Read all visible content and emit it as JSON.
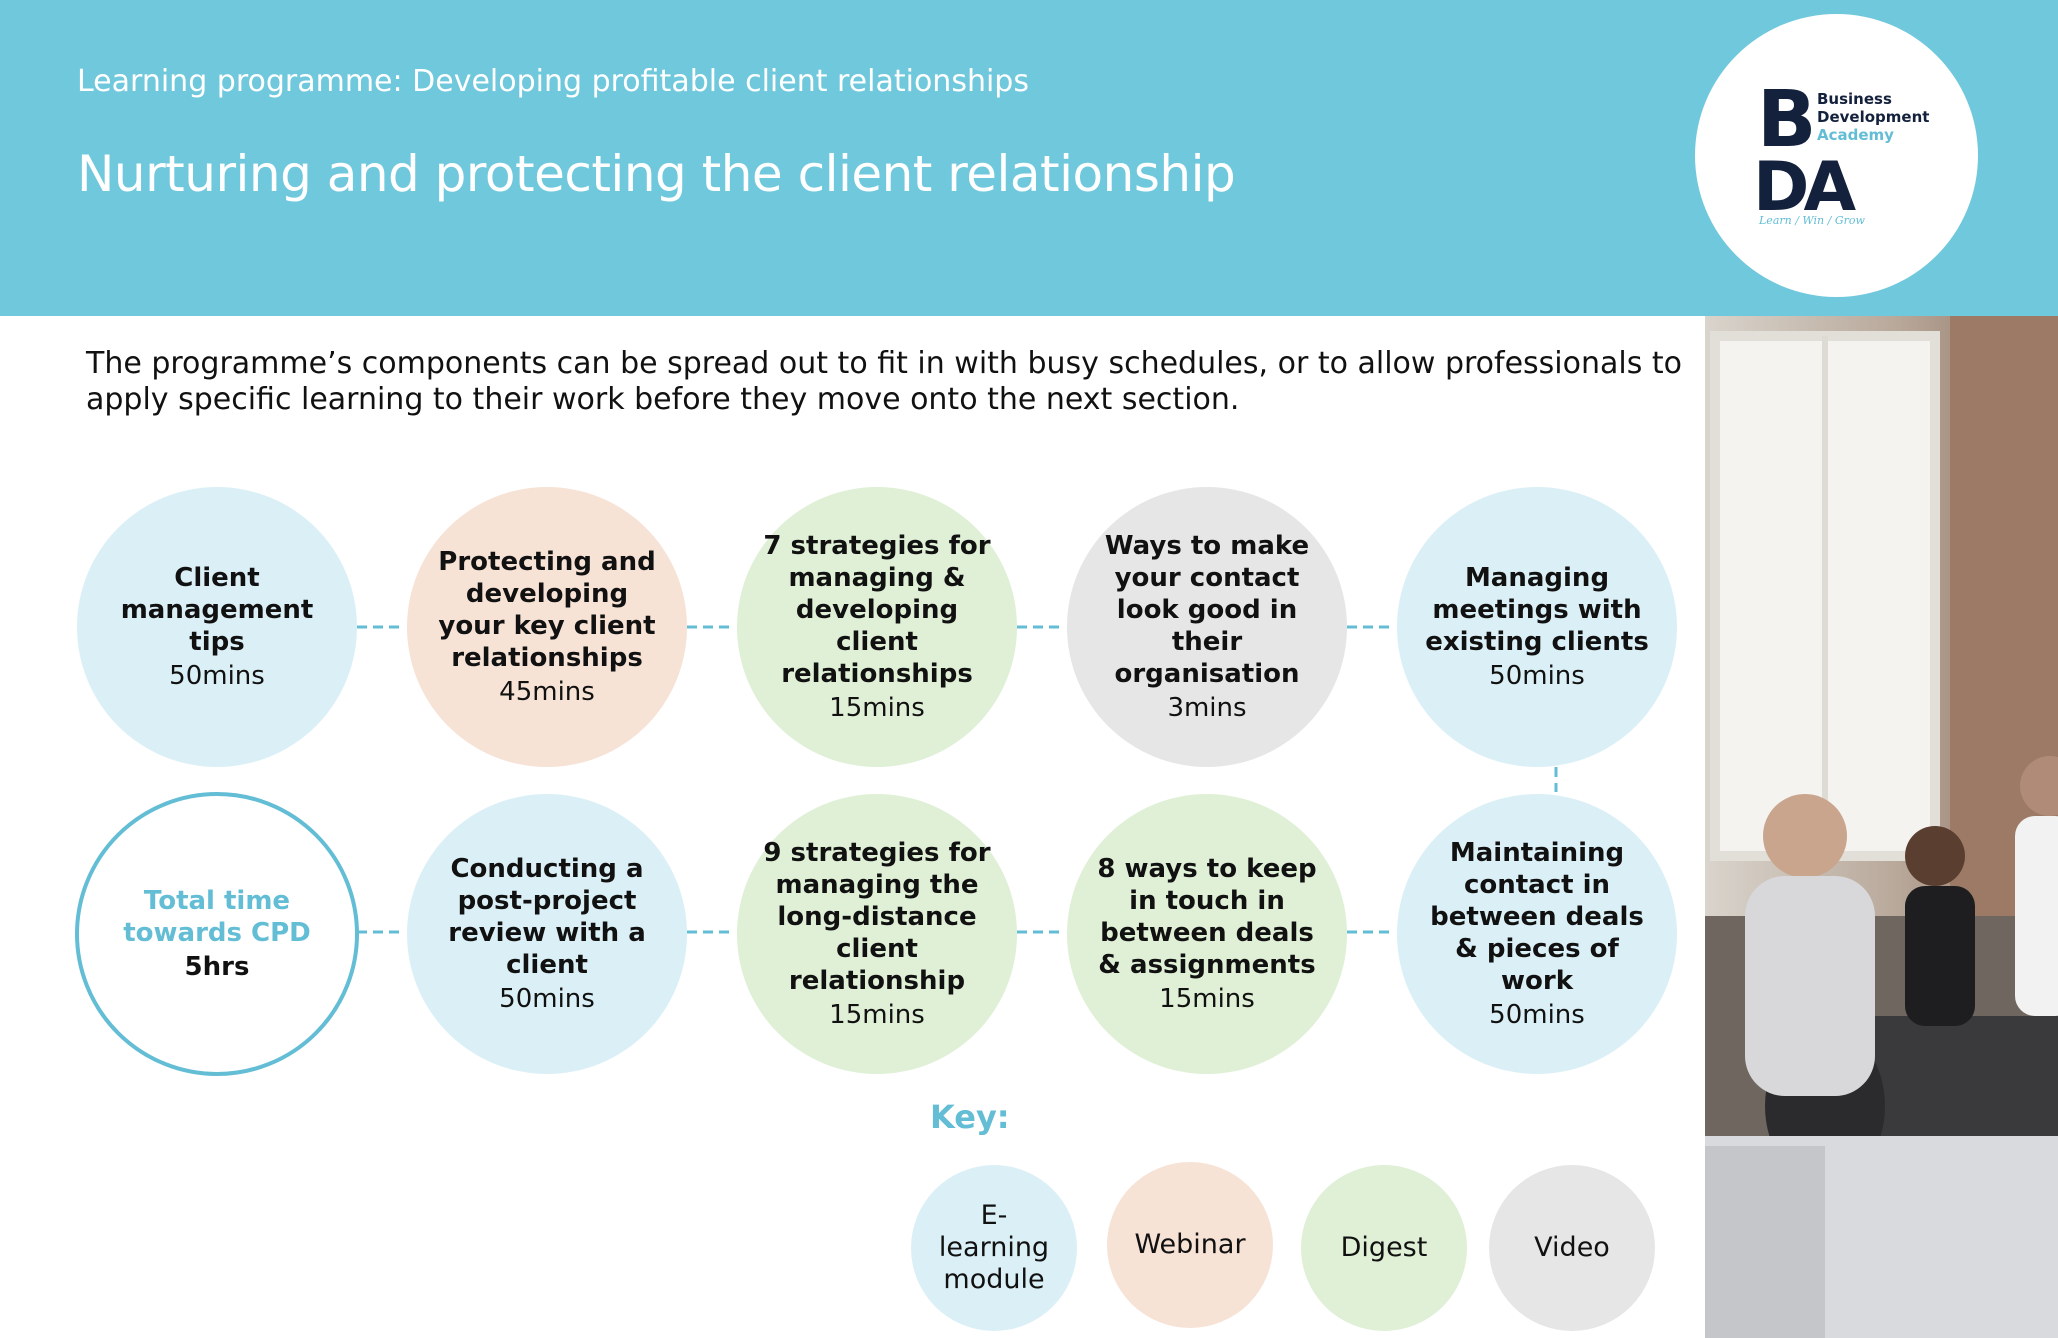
{
  "header": {
    "subtitle": "Learning programme: Developing profitable client relationships",
    "title": "Nurturing and protecting the client relationship"
  },
  "logo": {
    "line1": "Business",
    "line2": "Development",
    "line3": "Academy",
    "tagline": "Learn / Win / Grow",
    "letters_top": "B",
    "letters_bottom": "DA"
  },
  "intro": "The programme’s components can be spread out to fit in with busy schedules, or to allow professionals to apply specific learning to their work before they move onto the next section.",
  "row1": [
    {
      "title": "Client management tips",
      "time": "50mins",
      "type": "elearn"
    },
    {
      "title": "Protecting and developing your key client relationships",
      "time": "45mins",
      "type": "webinar"
    },
    {
      "title": "7 strategies for managing & developing client relationships",
      "time": "15mins",
      "type": "digest"
    },
    {
      "title": "Ways to make your contact look good in their organisation",
      "time": "3mins",
      "type": "video"
    },
    {
      "title": "Managing meetings with existing clients",
      "time": "50mins",
      "type": "elearn"
    }
  ],
  "row2": [
    {
      "title": "Total time towards CPD",
      "time": "5hrs",
      "type": "total"
    },
    {
      "title": "Conducting a post-project review with a client",
      "time": "50mins",
      "type": "elearn"
    },
    {
      "title": "9 strategies for managing the long-distance client relationship",
      "time": "15mins",
      "type": "digest"
    },
    {
      "title": "8 ways to keep in touch in between deals & assignments",
      "time": "15mins",
      "type": "digest"
    },
    {
      "title": "Maintaining contact in between deals & pieces of work",
      "time": "50mins",
      "type": "elearn"
    }
  ],
  "key": {
    "label": "Key:",
    "items": [
      {
        "label": "E-learning module",
        "type": "elearn"
      },
      {
        "label": "Webinar",
        "type": "webinar"
      },
      {
        "label": "Digest",
        "type": "digest"
      },
      {
        "label": "Video",
        "type": "video"
      }
    ]
  },
  "colors": {
    "header": "#70c8dd",
    "accent": "#62bdd5",
    "elearn": "#dbf0f6",
    "webinar": "#f7e2d6",
    "digest": "#dff0d6",
    "video": "#e6e6e6",
    "navy": "#14213d"
  }
}
